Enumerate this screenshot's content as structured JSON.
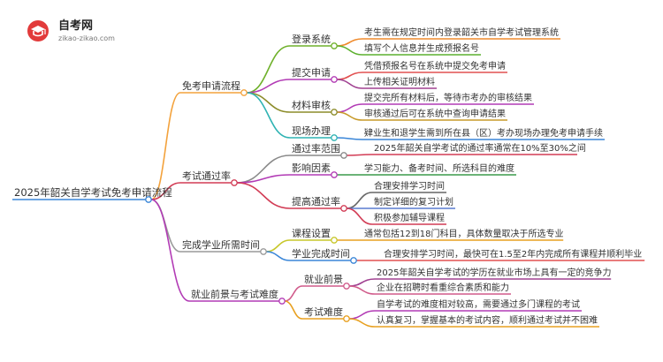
{
  "logo": {
    "title": "自考网",
    "subtitle": "zikao-zikao.com"
  },
  "root": "2025年韶关自学考试免考申请流程",
  "branches": [
    {
      "label": "免考申请流程",
      "color": "#f3a23c",
      "children": [
        {
          "label": "登录系统",
          "color": "#6fb12b",
          "leaves": [
            {
              "text": "考生需在规定时间内登录韶关市自学考试管理系统",
              "color": "#ef8a2b"
            },
            {
              "text": "填写个人信息并生成预报名号",
              "color": "#5cb02e"
            }
          ]
        },
        {
          "label": "提交申请",
          "color": "#b23bb5",
          "leaves": [
            {
              "text": "凭借预报名号在系统中提交免考申请",
              "color": "#e25050"
            },
            {
              "text": "上传相关证明材料",
              "color": "#a04090"
            }
          ]
        },
        {
          "label": "材料审核",
          "color": "#8c8c2a",
          "leaves": [
            {
              "text": "提交完所有材料后，等待市考办的审核结果",
              "color": "#b23bb5"
            },
            {
              "text": "审核通过后可在系统中查询申请结果",
              "color": "#c79a2a"
            }
          ]
        },
        {
          "label": "现场办理",
          "color": "#2fb3b3",
          "leaves": [
            {
              "text": "肄业生和退学生需到所在县（区）考办现场办理免考申请手续",
              "color": "#3a86d8"
            }
          ]
        }
      ]
    },
    {
      "label": "考试通过率",
      "color": "#d23c55",
      "children": [
        {
          "label": "通过率范围",
          "color": "#8a8a8a",
          "leaves": [
            {
              "text": "2025年韶关自学考试的通过率通常在10%至30%之间",
              "color": "#d23c55"
            }
          ]
        },
        {
          "label": "影响因素",
          "color": "#b23bb5",
          "leaves": [
            {
              "text": "学习能力、备考时间、所选科目的难度",
              "color": "#3a9a4a"
            }
          ]
        },
        {
          "label": "提高通过率",
          "color": "#d23c55",
          "leaves": [
            {
              "text": "合理安排学习时间",
              "color": "#666666"
            },
            {
              "text": "制定详细的复习计划",
              "color": "#5a7bd0"
            },
            {
              "text": "积极参加辅导课程",
              "color": "#d23c55"
            }
          ]
        }
      ]
    },
    {
      "label": "完成学业所需时间",
      "color": "#9a9a9a",
      "children": [
        {
          "label": "课程设置",
          "color": "#c7c72a",
          "leaves": [
            {
              "text": "通常包括12到18门科目，具体数量取决于所选专业",
              "color": "#e8a020"
            }
          ]
        },
        {
          "label": "学业完成时间",
          "color": "#3a86d8",
          "leaves": [
            {
              "text": "合理安排学习时间，最快可在1.5至2年内完成所有课程并顺利毕业",
              "color": "#e25050"
            }
          ]
        }
      ]
    },
    {
      "label": "就业前景与考试难度",
      "color": "#b23bb5",
      "children": [
        {
          "label": "就业前景",
          "color": "#d05a8a",
          "leaves": [
            {
              "text": "2025年韶关自学考试的学历在就业市场上具有一定的竞争力",
              "color": "#a04090"
            },
            {
              "text": "企业在招聘时看重综合素质和能力",
              "color": "#d05a8a"
            }
          ]
        },
        {
          "label": "考试难度",
          "color": "#e8a020",
          "leaves": [
            {
              "text": "自学考试的难度相对较高，需要通过多门课程的考试",
              "color": "#b23bb5"
            },
            {
              "text": "认真复习，掌握基本的考试内容，顺利通过考试并不困难",
              "color": "#e8a020"
            }
          ]
        }
      ]
    }
  ]
}
